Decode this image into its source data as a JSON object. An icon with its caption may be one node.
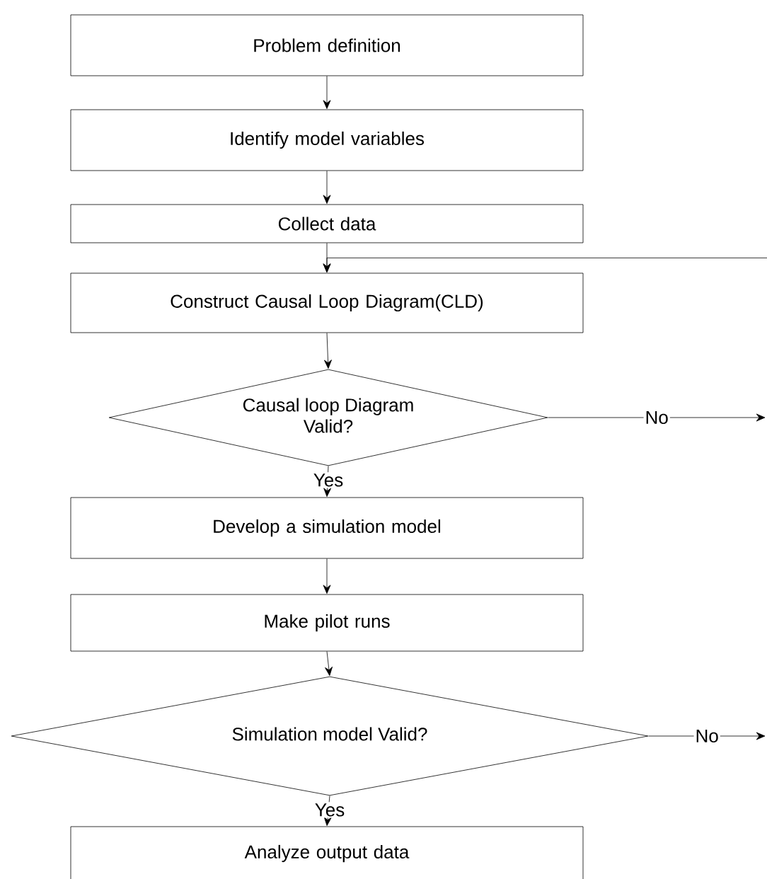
{
  "diagram": {
    "nodes": [
      {
        "text": [
          "Problem definition"
        ]
      },
      {
        "text": [
          "Identify model variables"
        ]
      },
      {
        "text": [
          "Collect data"
        ]
      },
      {
        "text": [
          "Construct Causal Loop Diagram(CLD)"
        ]
      },
      {
        "text": [
          "Causal loop Diagram Valid?"
        ]
      },
      {
        "text": [
          "Develop a simulation model"
        ]
      },
      {
        "text": [
          "Make pilot runs"
        ]
      },
      {
        "text": [
          "Simulation model Valid?"
        ]
      },
      {
        "text": [
          "Analyze output data"
        ]
      }
    ],
    "edges": [
      {
        "from": 0,
        "to": 1,
        "arrow": "to"
      },
      {
        "from": 1,
        "to": 2,
        "arrow": "to"
      },
      {
        "from": 2,
        "to": 3,
        "arrow": "to"
      },
      {
        "from": null,
        "to": 3,
        "arrow": "to"
      },
      {
        "from": 3,
        "to": 4,
        "arrow": "to"
      },
      {
        "from": 4,
        "to": null,
        "arrow": "to",
        "label": "No"
      },
      {
        "from": 4,
        "to": 5,
        "arrow": "to",
        "label": "Yes"
      },
      {
        "from": 5,
        "to": 6,
        "arrow": "to"
      },
      {
        "from": 6,
        "to": 7,
        "arrow": "to"
      },
      {
        "from": 7,
        "to": null,
        "arrow": "to",
        "label": "No"
      },
      {
        "from": 7,
        "to": 8,
        "arrow": "to",
        "label": "Yes"
      }
    ]
  }
}
